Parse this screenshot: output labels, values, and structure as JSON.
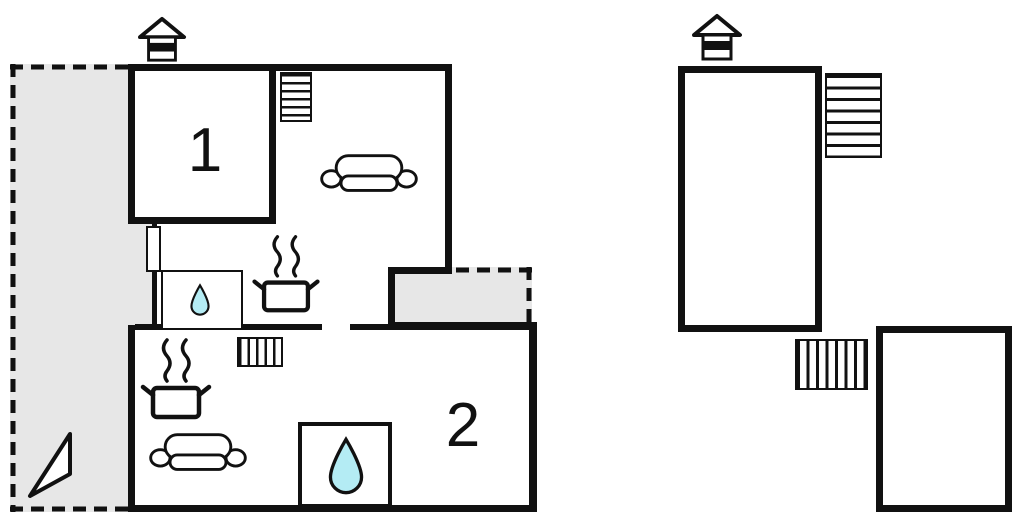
{
  "document": {
    "type": "holiday-home-floor-plan",
    "background": "#ffffff"
  },
  "colors": {
    "wall": "#111111",
    "terrace_fill": "#e7e7e7",
    "water_drop": "#b4ecf4",
    "outline": "#111111"
  },
  "ground_floor": {
    "room1_label": "1",
    "room2_label": "2",
    "features": [
      "terrace-dashed-area-left",
      "terrace-dashed-area-right",
      "chimney",
      "stairs",
      "sofa-living-top",
      "sofa-living-bottom",
      "stove-kitchen",
      "stove-lower",
      "sink-water-drop",
      "shower-water-drop",
      "radiator",
      "door",
      "north-arrow"
    ]
  },
  "upper_floor": {
    "features": [
      "chimney",
      "stairs",
      "radiator"
    ]
  }
}
